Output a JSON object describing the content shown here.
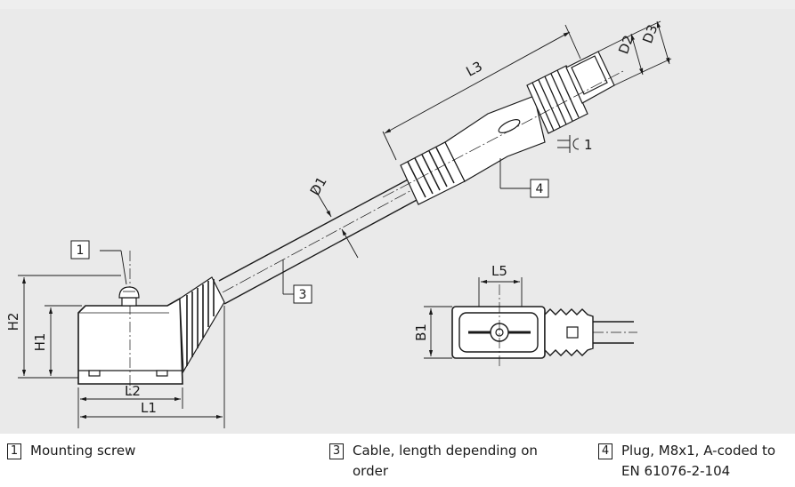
{
  "dimensions": {
    "d1": "D1",
    "d2": "D2",
    "d3": "D3",
    "l1": "L1",
    "l2": "L2",
    "l3": "L3",
    "l5": "L5",
    "h1": "H1",
    "h2": "H2",
    "b1": "B1",
    "wrench": "1"
  },
  "callouts": {
    "c1": "1",
    "c3": "3",
    "c4": "4"
  },
  "legend": [
    {
      "number": "1",
      "lines": [
        "Mounting screw"
      ]
    },
    {
      "number": "3",
      "lines": [
        "Cable, length depending on",
        "order"
      ]
    },
    {
      "number": "4",
      "lines": [
        "Plug, M8x1, A-coded to",
        "EN 61076-2-104"
      ]
    }
  ],
  "colors": {
    "background": "#eaeaea",
    "line": "#1a1a1a",
    "fill": "#ffffff"
  }
}
